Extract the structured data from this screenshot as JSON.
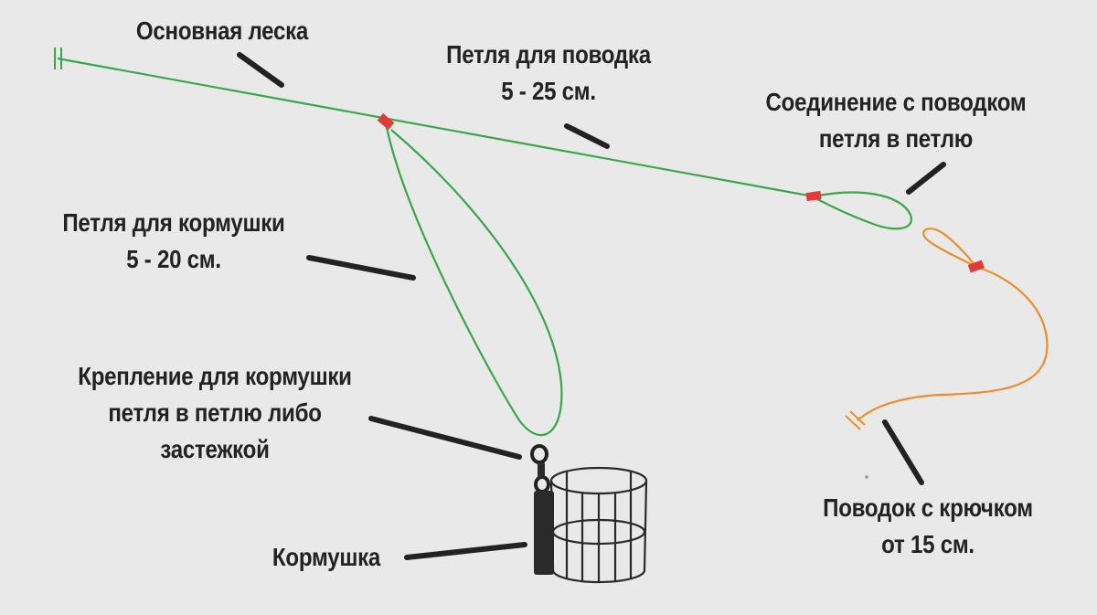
{
  "colors": {
    "background": "#e9e9e9",
    "main_line": "#3aa64a",
    "leader_line": "#ee8c2a",
    "knot": "#e03a3a",
    "pointer": "#222222",
    "feeder": "#2a2a2a",
    "text": "#222222"
  },
  "labels": {
    "main_line": "Основная леска",
    "leader_loop_line1": "Петля для поводка",
    "leader_loop_line2": "5 - 25 см.",
    "connection_line1": "Соединение с поводком",
    "connection_line2": "петля в петлю",
    "feeder_loop_line1": "Петля для кормушки",
    "feeder_loop_line2": "5 - 20 см.",
    "feeder_attach_line1": "Крепление для кормушки",
    "feeder_attach_line2": "петля в петлю либо",
    "feeder_attach_line3": "застежкой",
    "feeder": "Кормушка",
    "leader_hook_line1": "Поводок с крючком",
    "leader_hook_line2": "от 15 см."
  }
}
